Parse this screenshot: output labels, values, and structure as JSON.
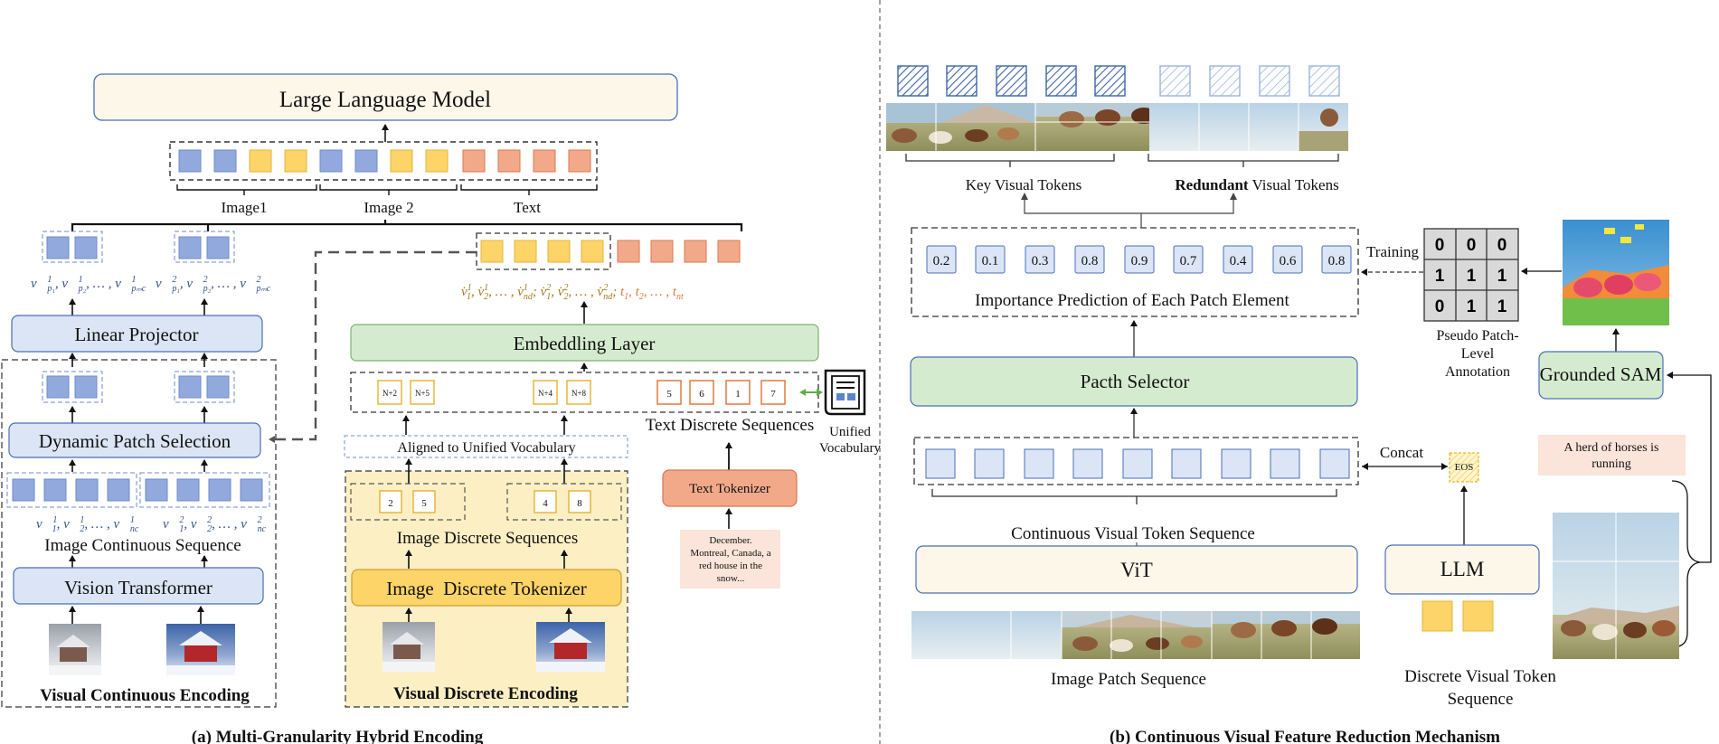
{
  "left": {
    "llm_title": "Large Language Model",
    "group_labels": [
      "Image1",
      "Image 2",
      "Text"
    ],
    "linear_projector": "Linear Projector",
    "dynamic_patch": "Dynamic Patch Selection",
    "image_cont_seq": "Image Continuous Sequence",
    "vision_transformer": "Vision Transformer",
    "visual_cont_enc": "Visual Continuous Encoding",
    "embedding_layer": "Embeddling Layer",
    "aligned_vocab": "Aligned to Unified Vocabulary",
    "image_disc_seq": "Image Discrete Sequences",
    "image_disc_tok": "Image  Discrete Tokenizer",
    "visual_disc_enc": "Visual Discrete Encoding",
    "text_disc_seq": "Text Discrete Sequences",
    "unified_vocab": [
      "Unified",
      "Vocabulary"
    ],
    "text_tokenizer": "Text Tokenizer",
    "text_input": [
      "December.",
      "Montreal, Canada, a",
      "red house in the",
      "snow..."
    ],
    "discrete_tokens_top": [
      "N+2",
      "N+5",
      "N+4",
      "N+8"
    ],
    "text_tokens_top": [
      "5",
      "6",
      "1",
      "7"
    ],
    "discrete_tokens_bottom": [
      "2",
      "5",
      "4",
      "8"
    ],
    "caption": "(a) Multi-Granularity Hybrid Encoding"
  },
  "right": {
    "key_tokens": "Key Visual Tokens",
    "redundant_tokens": "Redundant Visual Tokens",
    "scores": [
      "0.2",
      "0.1",
      "0.3",
      "0.8",
      "0.9",
      "0.7",
      "0.4",
      "0.6",
      "0.8"
    ],
    "importance": "Importance Prediction of Each Patch Element",
    "training": "Training",
    "grid": [
      "0",
      "0",
      "0",
      "1",
      "1",
      "1",
      "0",
      "1",
      "1"
    ],
    "pseudo": [
      "Pseudo Patch-",
      "Level",
      "Annotation"
    ],
    "grounded_sam": "Grounded SAM",
    "patch_selector": "Pacth Selector",
    "concat": "Concat",
    "eos": "EOS",
    "herd": [
      "A herd of horses is",
      "running"
    ],
    "cont_seq": "Continuous Visual Token Sequence",
    "vit": "ViT",
    "llm": "LLM",
    "img_patch_seq": "Image Patch Sequence",
    "disc_token_seq": [
      "Discrete Visual Token",
      "Sequence"
    ],
    "caption": "(b) Continuous Visual Feature Reduction Mechanism"
  },
  "colors": {
    "blue": "#92a9de",
    "yellow": "#fcd468",
    "orange": "#f2a98a",
    "green_box": "#d5ebcf",
    "blue_box": "#dbe5f5",
    "cream": "#fdf7ea",
    "yellow_panel": "#fdefc4"
  }
}
